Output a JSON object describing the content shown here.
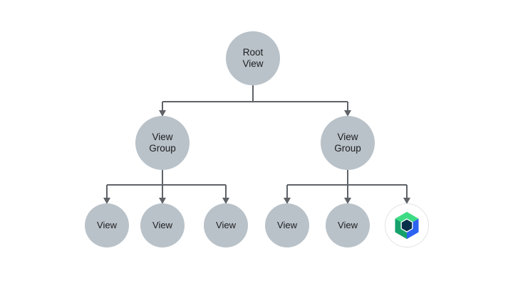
{
  "diagram": {
    "nodes": {
      "root": {
        "label": "Root\nView"
      },
      "group_left": {
        "label": "View\nGroup"
      },
      "group_right": {
        "label": "View\nGroup"
      },
      "leaf1": {
        "label": "View"
      },
      "leaf2": {
        "label": "View"
      },
      "leaf3": {
        "label": "View"
      },
      "leaf4": {
        "label": "View"
      },
      "leaf5": {
        "label": "View"
      },
      "compose": {
        "icon": "jetpack-compose-logo"
      }
    },
    "colors": {
      "node_fill": "#b9c2c9",
      "line": "#5f6368",
      "text": "#1d1d1f"
    },
    "compose_icon": {
      "top": "#3ddc84",
      "left": "#15a06c",
      "right": "#2d63f1",
      "core": "#082f49"
    }
  }
}
